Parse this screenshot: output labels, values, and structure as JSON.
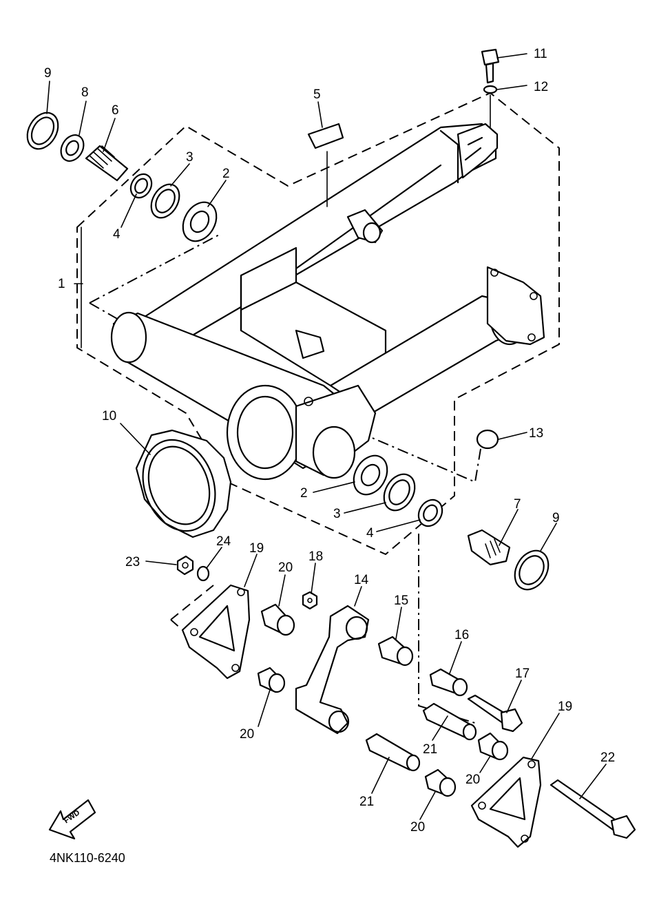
{
  "diagram": {
    "drawing_code": "4NK110-6240",
    "fwd_label": "FWD",
    "callouts": [
      {
        "id": "c1",
        "text": "1"
      },
      {
        "id": "c2a",
        "text": "2"
      },
      {
        "id": "c2b",
        "text": "2"
      },
      {
        "id": "c3a",
        "text": "3"
      },
      {
        "id": "c3b",
        "text": "3"
      },
      {
        "id": "c4a",
        "text": "4"
      },
      {
        "id": "c4b",
        "text": "4"
      },
      {
        "id": "c5",
        "text": "5"
      },
      {
        "id": "c6",
        "text": "6"
      },
      {
        "id": "c7",
        "text": "7"
      },
      {
        "id": "c8",
        "text": "8"
      },
      {
        "id": "c9a",
        "text": "9"
      },
      {
        "id": "c9b",
        "text": "9"
      },
      {
        "id": "c10",
        "text": "10"
      },
      {
        "id": "c11",
        "text": "11"
      },
      {
        "id": "c12",
        "text": "12"
      },
      {
        "id": "c13",
        "text": "13"
      },
      {
        "id": "c14",
        "text": "14"
      },
      {
        "id": "c15",
        "text": "15"
      },
      {
        "id": "c16",
        "text": "16"
      },
      {
        "id": "c17",
        "text": "17"
      },
      {
        "id": "c18",
        "text": "18"
      },
      {
        "id": "c19a",
        "text": "19"
      },
      {
        "id": "c19b",
        "text": "19"
      },
      {
        "id": "c20a",
        "text": "20"
      },
      {
        "id": "c20b",
        "text": "20"
      },
      {
        "id": "c20c",
        "text": "20"
      },
      {
        "id": "c20d",
        "text": "20"
      },
      {
        "id": "c21a",
        "text": "21"
      },
      {
        "id": "c21b",
        "text": "21"
      },
      {
        "id": "c22",
        "text": "22"
      },
      {
        "id": "c23",
        "text": "23"
      },
      {
        "id": "c24",
        "text": "24"
      }
    ]
  }
}
